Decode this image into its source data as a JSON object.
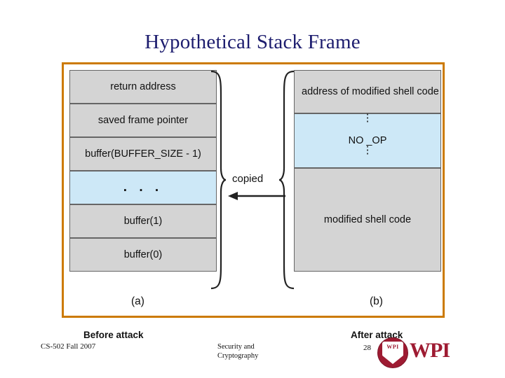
{
  "slide": {
    "title": "Hypothetical Stack Frame",
    "before_cells": [
      {
        "label": "return address",
        "shade": "gray"
      },
      {
        "label": "saved frame pointer",
        "shade": "gray"
      },
      {
        "label": "buffer(BUFFER_SIZE - 1)",
        "shade": "gray"
      },
      {
        "label": ". . .",
        "shade": "blue"
      },
      {
        "label": "buffer(1)",
        "shade": "gray"
      },
      {
        "label": "buffer(0)",
        "shade": "gray"
      }
    ],
    "after_cells": [
      {
        "label": "address of modified shell code",
        "shade": "gray"
      },
      {
        "label": "NO _OP",
        "shade": "blue"
      },
      {
        "label": "modified shell code",
        "shade": "gray"
      }
    ],
    "copied_label": "copied",
    "panel_a_label": "(a)",
    "panel_b_label": "(b)",
    "caption_before": "Before attack",
    "caption_after": "After attack",
    "vertical_dots": "⋮"
  },
  "footer": {
    "course": "CS-502 Fall 2007",
    "topic_line1": "Security and",
    "topic_line2": "Cryptography",
    "page_number": "28",
    "logo_word": "WPI",
    "logo_seal_text": "WPI"
  },
  "colors": {
    "frame_border": "#cc7a00",
    "title_text": "#1c1c6e",
    "cell_gray": "#d4d4d4",
    "cell_blue": "#cde8f7",
    "logo_red": "#9e1b32"
  }
}
